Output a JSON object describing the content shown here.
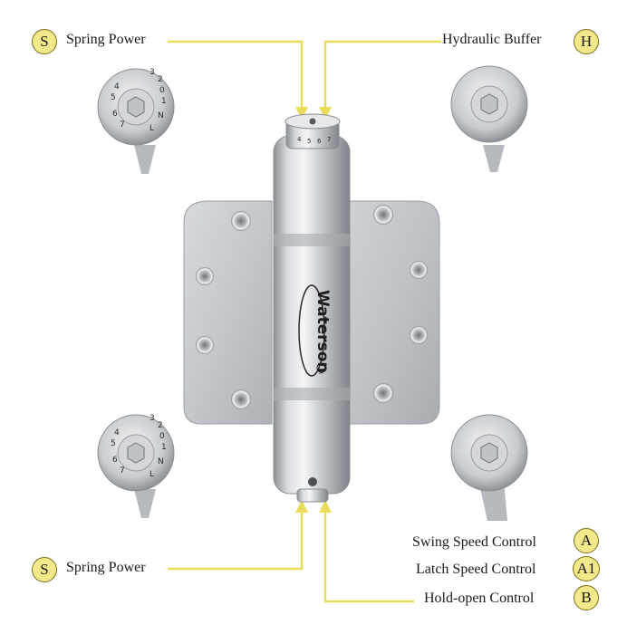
{
  "callouts": {
    "top_left": {
      "badge": "S",
      "label": "Spring Power"
    },
    "top_right": {
      "badge": "H",
      "label": "Hydraulic Buffer"
    },
    "bottom_left": {
      "badge": "S",
      "label": "Spring Power"
    },
    "bottom_right": [
      {
        "badge": "A",
        "label": "Swing Speed Control"
      },
      {
        "badge": "A1",
        "label": "Latch Speed Control"
      },
      {
        "badge": "B",
        "label": "Hold-open Control"
      }
    ]
  },
  "brand": {
    "name": "Waterson",
    "mark": "R"
  },
  "dial": {
    "numbers": [
      "0",
      "1",
      "2",
      "3",
      "4",
      "5",
      "6",
      "7",
      "N",
      "L"
    ]
  },
  "cap_numbers": [
    "4",
    "5",
    "6",
    "7"
  ],
  "colors": {
    "badge_fill": "#f3e98a",
    "leader_line": "#e8dc5a",
    "steel": "#c9cccf"
  }
}
